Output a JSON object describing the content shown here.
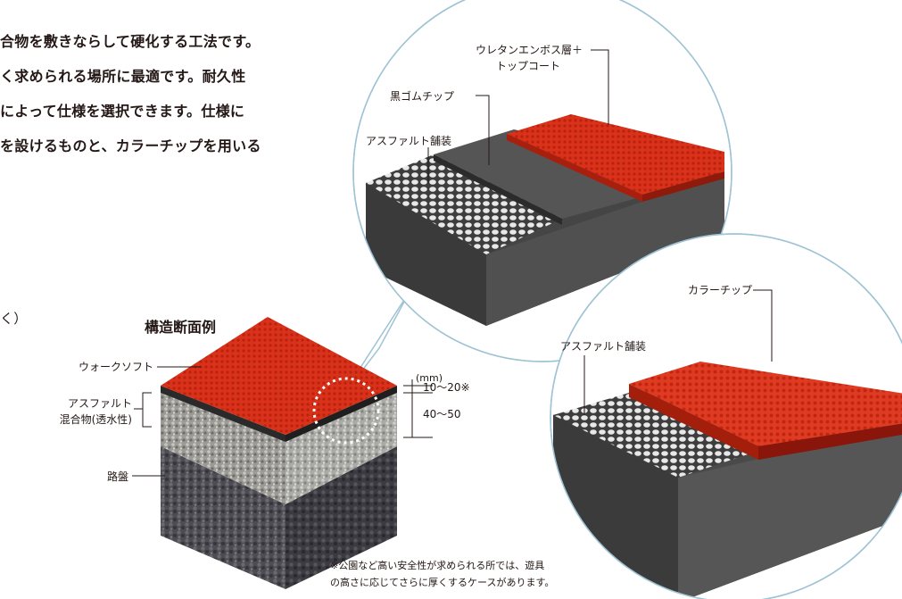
{
  "intro": {
    "lines": [
      "合物を敷きならして硬化する工法です。",
      "く求められる場所に最適です。耐久性",
      "によって仕様を選択できます。仕様に",
      "を設けるものと、カラーチップを用いる"
    ],
    "fragment": "く）"
  },
  "section_diagram": {
    "title": "構造断面例",
    "layers": {
      "surface": "ウォークソフト",
      "asphalt_line1": "アスファルト",
      "asphalt_line2": "混合物(透水性)",
      "base": "路盤"
    },
    "unit": "(mm)",
    "thickness_top": "10～20※",
    "thickness_asphalt": "40～50",
    "footnote_line1": "※公園など高い安全性が求められる所では、遊具",
    "footnote_line2": "の高さに応じてさらに厚くするケースがあります。"
  },
  "detail_upper": {
    "top_layer_line1": "ウレタンエンボス層＋",
    "top_layer_line2": "トップコート",
    "rubber_chip": "黒ゴムチップ",
    "asphalt": "アスファルト舗装"
  },
  "detail_lower": {
    "color_chip": "カラーチップ",
    "asphalt": "アスファルト舗装"
  },
  "colors": {
    "red_surface": "#d9311a",
    "dark_block": "#4a4a4a",
    "circle_border": "#9ec3d4",
    "text": "#231815"
  }
}
